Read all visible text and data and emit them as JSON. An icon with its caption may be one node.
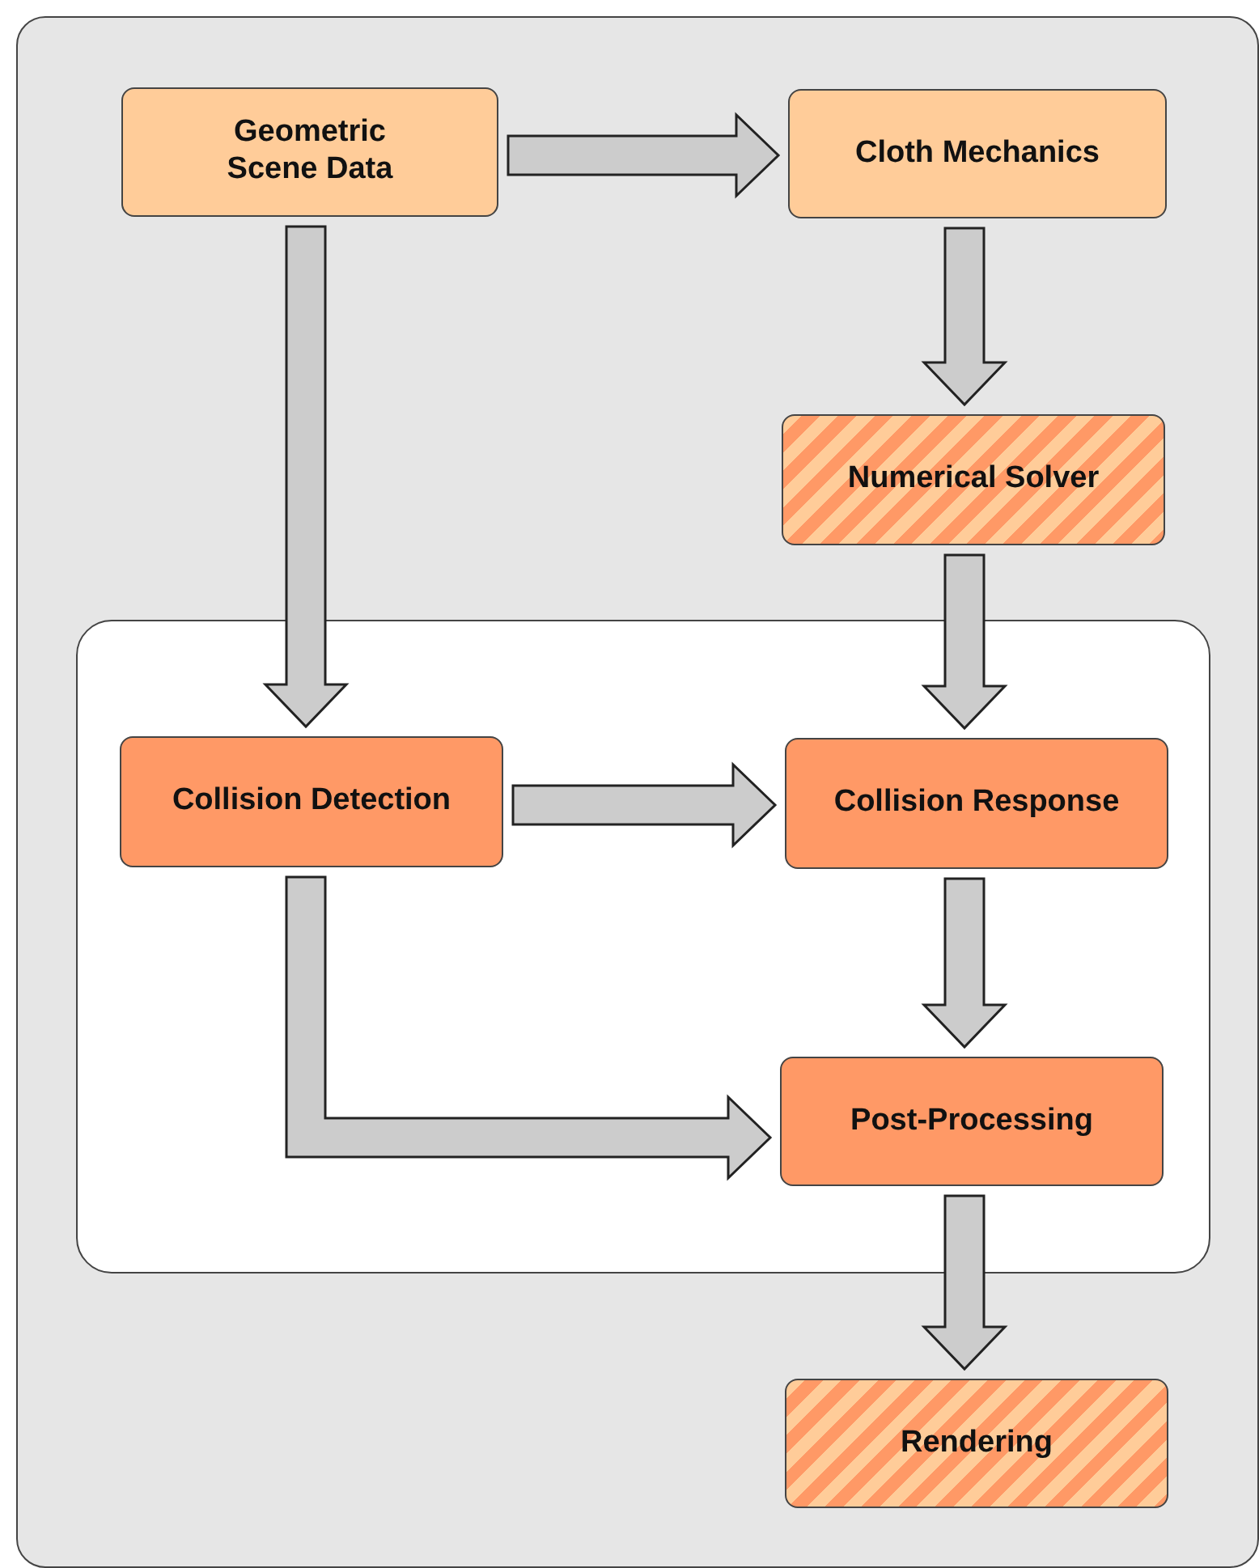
{
  "diagram": {
    "nodes": [
      {
        "text": [
          "Geometric Scene Data"
        ]
      },
      {
        "text": [
          "Cloth Mechanics"
        ]
      },
      {
        "text": [
          "Numerical Solver"
        ]
      },
      {
        "text": [
          "Collision Detection"
        ]
      },
      {
        "text": [
          "Collision Response"
        ]
      },
      {
        "text": [
          "Post-Processing"
        ]
      },
      {
        "text": [
          "Rendering"
        ]
      }
    ],
    "edges": [
      {
        "from": 0,
        "to": 1,
        "arrow": "to"
      },
      {
        "from": 1,
        "to": 2,
        "arrow": "to"
      },
      {
        "from": 0,
        "to": 3,
        "arrow": "to"
      },
      {
        "from": 2,
        "to": 4,
        "arrow": "to"
      },
      {
        "from": 3,
        "to": 4,
        "arrow": "to"
      },
      {
        "from": 4,
        "to": 5,
        "arrow": "to"
      },
      {
        "from": 3,
        "to": 5,
        "arrow": "to"
      },
      {
        "from": 5,
        "to": 6,
        "arrow": "to"
      }
    ]
  }
}
